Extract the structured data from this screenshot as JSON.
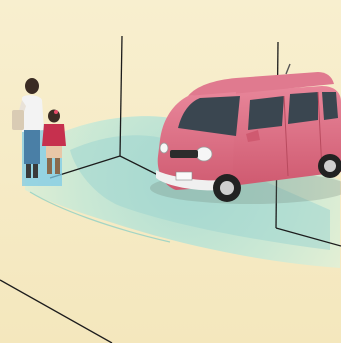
{
  "scene": {
    "colors": {
      "floor": "#f6ebc6",
      "floor_light": "#fbf4dc",
      "sensor_near": "#b5e0d8",
      "sensor_far": "#d3ecd7",
      "pedestrian_zone": "#7fcbe6",
      "car_body": "#dd6b7e",
      "car_body_dark": "#b84a5e",
      "glass": "#3a4650",
      "line": "#1c1c1c",
      "white_trim": "#f4f4f4"
    },
    "icons": [
      "car",
      "adult-pedestrian",
      "child-pedestrian",
      "detection-zone"
    ]
  }
}
